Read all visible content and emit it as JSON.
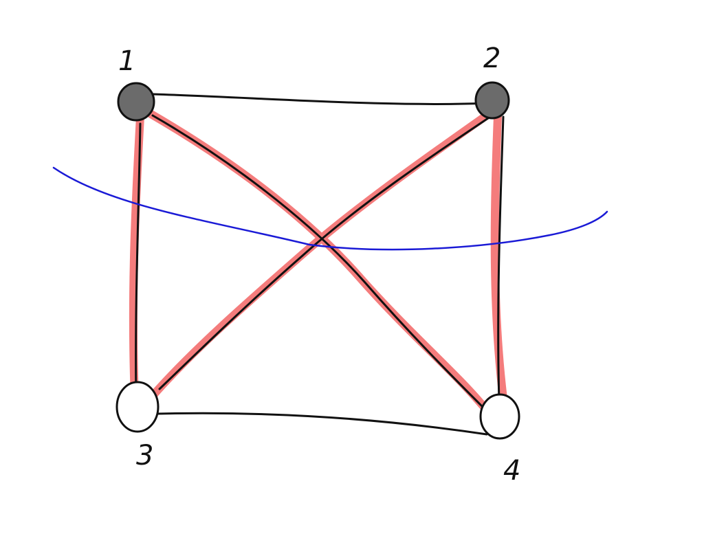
{
  "graph": {
    "nodes": [
      {
        "id": "1",
        "label": "1",
        "filled": true
      },
      {
        "id": "2",
        "label": "2",
        "filled": true
      },
      {
        "id": "3",
        "label": "3",
        "filled": false
      },
      {
        "id": "4",
        "label": "4",
        "filled": false
      }
    ],
    "edges": [
      {
        "from": "1",
        "to": "2",
        "in_cut": false
      },
      {
        "from": "3",
        "to": "4",
        "in_cut": false
      },
      {
        "from": "1",
        "to": "3",
        "in_cut": true
      },
      {
        "from": "2",
        "to": "4",
        "in_cut": true
      },
      {
        "from": "1",
        "to": "4",
        "in_cut": true
      },
      {
        "from": "2",
        "to": "3",
        "in_cut": true
      }
    ]
  },
  "colors": {
    "edge": "#111111",
    "cut_highlight": "#f47c7c",
    "cut_line": "#1a1ad6",
    "filled_node": "#6b6b6b",
    "empty_node": "#ffffff"
  }
}
